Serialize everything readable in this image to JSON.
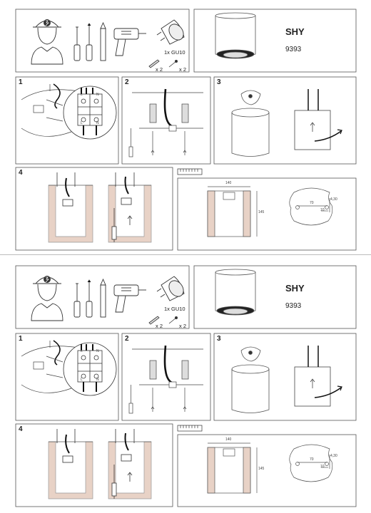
{
  "sheets": [
    {
      "product": {
        "name": "SHY",
        "code": "9393"
      },
      "kit": {
        "bulb": "1x GU10",
        "screws_qty": "x 2",
        "plugs_qty": "x 2"
      },
      "steps": [
        "1",
        "2",
        "3",
        "4"
      ],
      "terminal": {
        "top_left": "L",
        "top_right": "N",
        "bottom_left": "L",
        "bottom_right": "N"
      },
      "dimensions": {
        "width": "140",
        "height": "145",
        "hole_spacing": "70",
        "slot_a": "10",
        "slot_b": "4,30"
      }
    },
    {
      "product": {
        "name": "SHY",
        "code": "9393"
      },
      "kit": {
        "bulb": "1x GU10",
        "screws_qty": "x 2",
        "plugs_qty": "x 2"
      },
      "steps": [
        "1",
        "2",
        "3",
        "4"
      ],
      "terminal": {
        "top_left": "L",
        "top_right": "N",
        "bottom_left": "L",
        "bottom_right": "N"
      },
      "dimensions": {
        "width": "140",
        "height": "145",
        "hole_spacing": "70",
        "slot_a": "10",
        "slot_b": "4,30"
      }
    }
  ],
  "colors": {
    "line": "#333333",
    "panel_border": "#555555",
    "wall_hatch": "#d9b8a8",
    "cable": "#111111"
  }
}
